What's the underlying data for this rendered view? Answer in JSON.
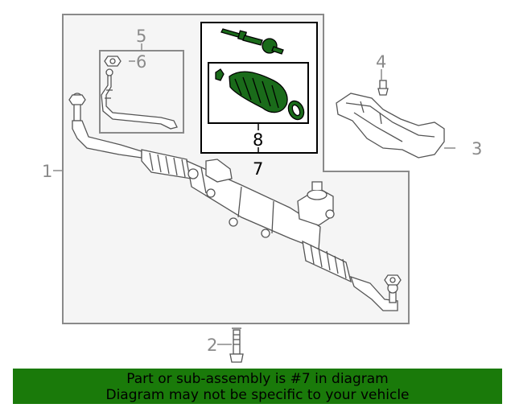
{
  "callouts": {
    "c1": "1",
    "c2": "2",
    "c3": "3",
    "c4": "4",
    "c5": "5",
    "c6": "6",
    "c7": "7",
    "c8": "8"
  },
  "highlight_callout": "7",
  "colors": {
    "highlight_part": "#1a6b1a",
    "banner_background": "#1a7a0a",
    "box_outline": "#8a8a8a",
    "panel_fill": "#f4f4f4"
  },
  "banner": {
    "line1": "Part or sub-assembly is #7 in diagram",
    "line2": "Diagram may not be specific to your vehicle"
  }
}
